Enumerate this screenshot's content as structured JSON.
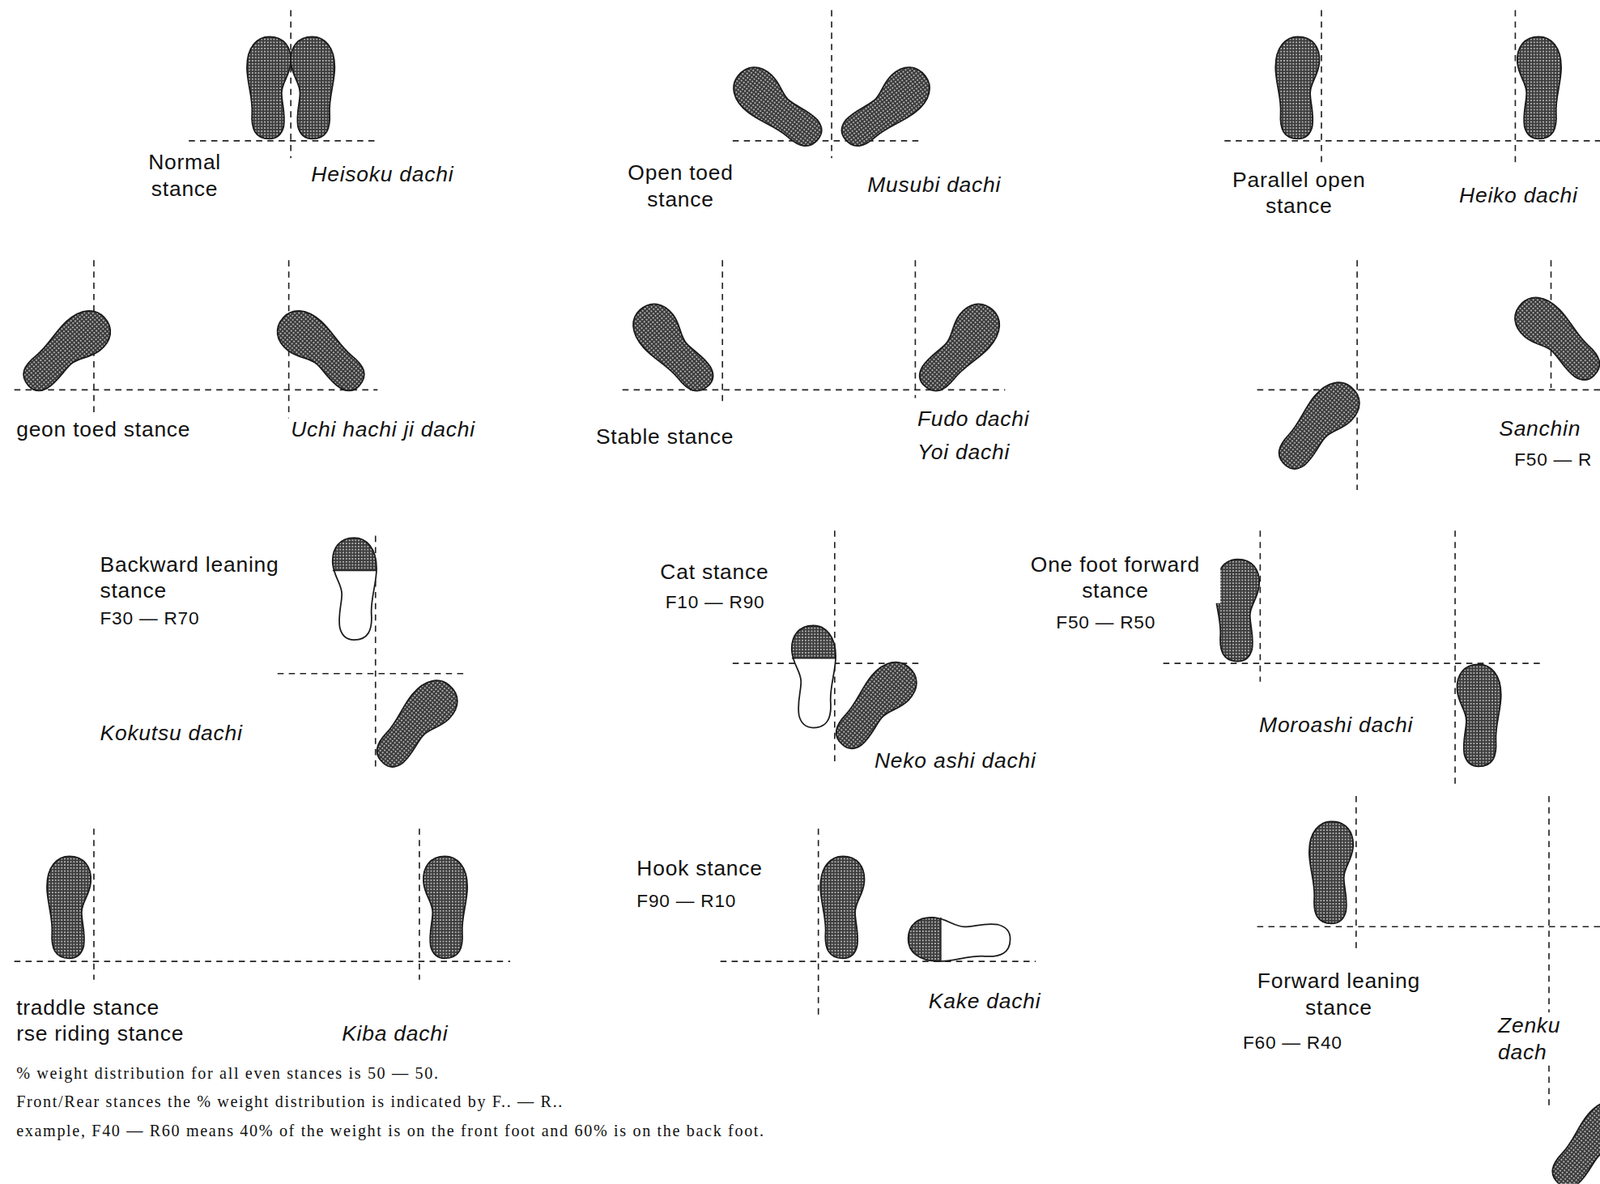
{
  "diagram": {
    "labels": [
      "Normal stance",
      "Heisoku dachi",
      "Open toed stance",
      "Musubi dachi",
      "Parallel open stance",
      "Heiko dachi",
      "geon toed stance",
      "Uchi hachi ji dachi",
      "Stable stance",
      "Fudo dachi",
      "Yoi dachi",
      "Sanchin",
      "F50 — R",
      "Backward leaning stance",
      "F30 — R70",
      "Kokutsu dachi",
      "Cat stance",
      "F10 — R90",
      "One foot forward stance",
      "F50 — R50",
      "Neko ashi dachi",
      "Moroashi dachi",
      "traddle stance",
      "rse riding stance",
      "Kiba dachi",
      "Hook stance",
      "F90 — R10",
      "Kake dachi",
      "Forward leaning stance",
      "F60 — R40",
      "Zenku dach",
      "% weight distribution for all even stances is 50 — 50.",
      "Front/Rear stances the % weight distribution is indicated by F.. — R..",
      "example, F40 — R60 means 40% of the weight is on the front foot and 60% is on the back foot."
    ]
  }
}
